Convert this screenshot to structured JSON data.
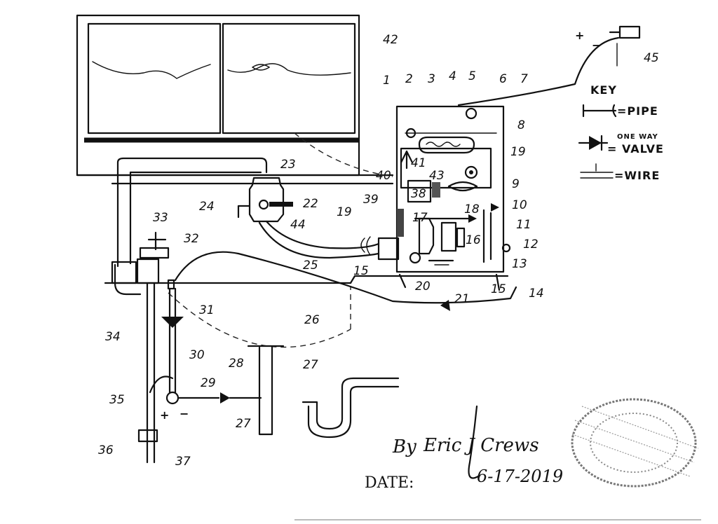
{
  "labels": {
    "l1": "1",
    "l2": "2",
    "l3": "3",
    "l4": "4",
    "l5": "5",
    "l6": "6",
    "l7": "7",
    "l8": "8",
    "l9": "9",
    "l10": "10",
    "l11": "11",
    "l12": "12",
    "l13": "13",
    "l14": "14",
    "l15a": "15",
    "l15b": "15",
    "l16": "16",
    "l17": "17",
    "l18": "18",
    "l19a": "19",
    "l19b": "19",
    "l20": "20",
    "l21": "21",
    "l22": "22",
    "l23": "23",
    "l24": "24",
    "l25": "25",
    "l26": "26",
    "l27a": "27",
    "l27b": "27",
    "l28": "28",
    "l29": "29",
    "l30": "30",
    "l31": "31",
    "l32": "32",
    "l33": "33",
    "l34": "34",
    "l35": "35",
    "l36": "36",
    "l37": "37",
    "l38": "38",
    "l39": "39",
    "l40": "40",
    "l41": "41",
    "l42": "42",
    "l43": "43",
    "l44": "44",
    "l45": "45"
  },
  "key": {
    "title": "KEY",
    "pipe": "=PIPE",
    "valve_line1": "ONE WAY",
    "valve_line2": "= VALVE",
    "wire": "=WIRE"
  },
  "polarity": {
    "plus": "+",
    "minus": "−"
  },
  "signature": {
    "by": "By",
    "name": "Eric J Crews",
    "date_label": "DATE:",
    "date": "6-17-2019"
  }
}
